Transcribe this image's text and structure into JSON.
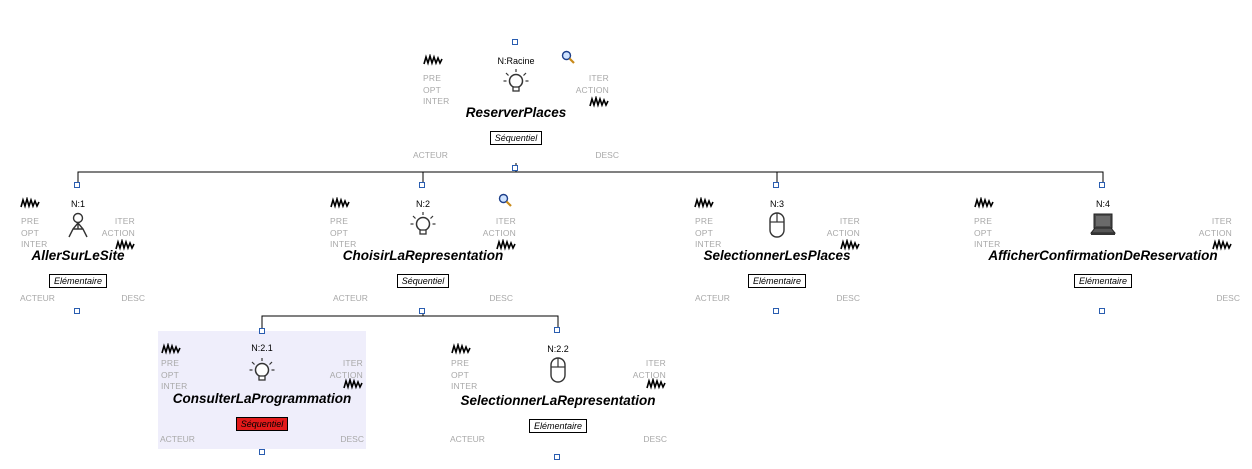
{
  "diagram": {
    "side_labels": {
      "pre": "PRE",
      "opt": "OPT",
      "inter": "INTER",
      "iter": "ITER",
      "action": "ACTION",
      "acteur": "ACTEUR",
      "desc": "DESC"
    },
    "nodes": [
      {
        "id": "racine",
        "number": "N:Racine",
        "name": "ReserverPlaces",
        "type": "Séquentiel",
        "icon": "lightbulb-icon",
        "has_zoom": true,
        "type_color": "#ffffff"
      },
      {
        "id": "n1",
        "number": "N:1",
        "name": "AllerSurLeSite",
        "type": "Elémentaire",
        "icon": "user-icon",
        "has_zoom": false,
        "type_color": "#ffffff"
      },
      {
        "id": "n2",
        "number": "N:2",
        "name": "ChoisirLaRepresentation",
        "type": "Séquentiel",
        "icon": "lightbulb-icon",
        "has_zoom": true,
        "type_color": "#ffffff"
      },
      {
        "id": "n3",
        "number": "N:3",
        "name": "SelectionnerLesPlaces",
        "type": "Elémentaire",
        "icon": "mouse-icon",
        "has_zoom": false,
        "type_color": "#ffffff"
      },
      {
        "id": "n4",
        "number": "N:4",
        "name": "AfficherConfirmationDeReservation",
        "type": "Elémentaire",
        "icon": "computer-icon",
        "has_zoom": false,
        "type_color": "#ffffff"
      },
      {
        "id": "n21",
        "number": "N:2.1",
        "name": "ConsulterLaProgrammation",
        "type": "Séquentiel",
        "icon": "lightbulb-icon",
        "has_zoom": false,
        "type_color": "#e21a1a",
        "highlighted": true
      },
      {
        "id": "n22",
        "number": "N:2.2",
        "name": "SelectionnerLaRepresentation",
        "type": "Elémentaire",
        "icon": "mouse-icon",
        "has_zoom": false,
        "type_color": "#ffffff"
      }
    ],
    "edges": [
      {
        "from": "racine",
        "to": "n1"
      },
      {
        "from": "racine",
        "to": "n2"
      },
      {
        "from": "racine",
        "to": "n3"
      },
      {
        "from": "racine",
        "to": "n4"
      },
      {
        "from": "n2",
        "to": "n21"
      },
      {
        "from": "n2",
        "to": "n22"
      }
    ],
    "colors": {
      "edge": "#000000",
      "anchor": "#2a5db0",
      "label_gray": "#a9a9a9",
      "highlight_bg": "#efeefb",
      "type_alert": "#e21a1a"
    }
  }
}
